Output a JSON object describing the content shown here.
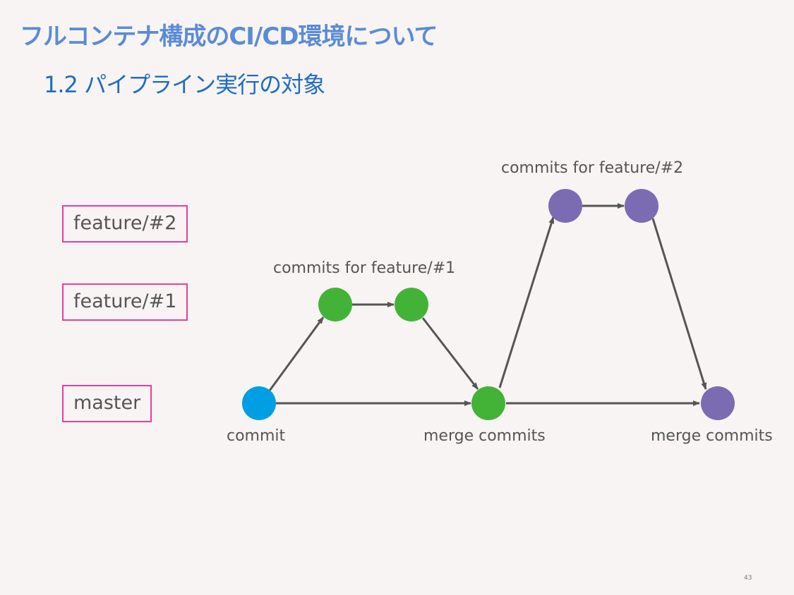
{
  "slide": {
    "title": "フルコンテナ構成のCI/CD環境について",
    "subtitle": "1.2 パイプライン実行の対象",
    "page_number": "43"
  },
  "branches": {
    "feature2": "feature/#2",
    "feature1": "feature/#1",
    "master": "master"
  },
  "annotations": {
    "feature2_commits": "commits for feature/#2",
    "feature1_commits": "commits for feature/#1",
    "initial_commit": "commit",
    "merge1": "merge commits",
    "merge2": "merge commits"
  },
  "colors": {
    "master_commit": "#009fe3",
    "feature1_commit": "#43b337",
    "feature2_commit": "#7b6bb3",
    "branch_border": "#e83e98",
    "arrow": "#555555"
  }
}
